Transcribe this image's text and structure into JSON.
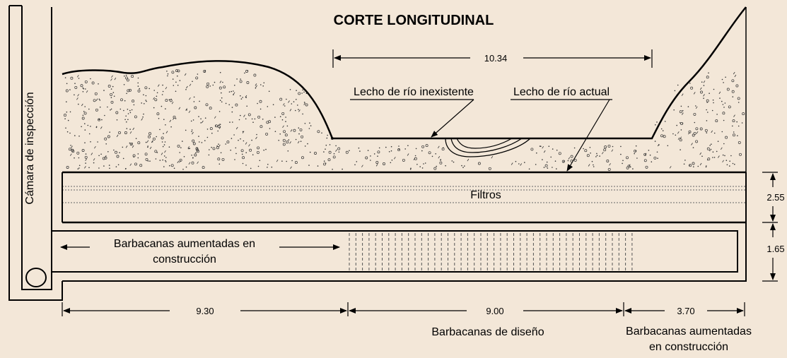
{
  "title": "CORTE LONGITUDINAL",
  "labels": {
    "camara": "Cámara de inspección",
    "lecho_inexistente": "Lecho de río inexistente",
    "lecho_actual": "Lecho de río actual",
    "filtros": "Filtros",
    "barbacanas_aumentadas_left_line1": "Barbacanas aumentadas en",
    "barbacanas_aumentadas_left_line2": "construcción",
    "barbacanas_diseno": "Barbacanas de diseño",
    "barbacanas_aumentadas_right_line1": "Barbacanas aumentadas",
    "barbacanas_aumentadas_right_line2": "en construcción"
  },
  "dimensions": {
    "top_width": "10.34",
    "filter_height": "2.55",
    "channel_height": "1.65",
    "bottom_left": "9.30",
    "bottom_middle": "9.00",
    "bottom_right": "3.70"
  },
  "colors": {
    "background": "#f3e7d8",
    "line": "#000000"
  }
}
